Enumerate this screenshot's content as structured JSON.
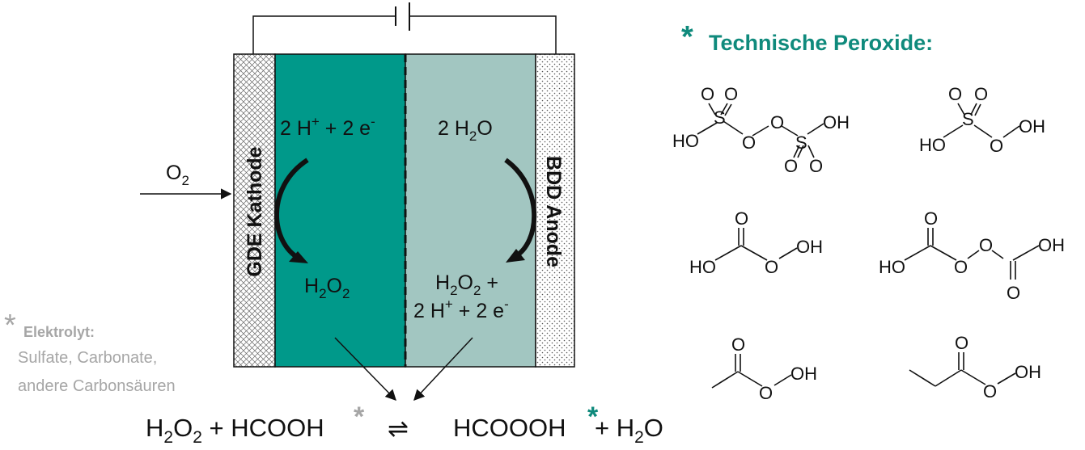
{
  "cell": {
    "cathode_label": "GDE Kathode",
    "anode_label": "BDD Anode",
    "oxygen_feed": {
      "main": "O",
      "sub": "2"
    },
    "cathode_reactant": {
      "a": "2 H",
      "sup1": "+",
      "b": " + 2 e",
      "sup2": "-"
    },
    "cathode_product": {
      "a": "H",
      "s1": "2",
      "b": "O",
      "s2": "2"
    },
    "anode_reactant": {
      "a": "2 H",
      "s1": "2",
      "b": "O"
    },
    "anode_product_line1": {
      "a": "H",
      "s1": "2",
      "b": "O",
      "s2": "2",
      "c": " +"
    },
    "anode_product_line2": {
      "a": "2 H",
      "sup1": "+",
      "b": " + 2 e",
      "sup2": "-"
    }
  },
  "electrolyte": {
    "asterisk": "*",
    "title": "Elektrolyt:",
    "line1": "Sulfate, Carbonate,",
    "line2": "andere Carbonsäuren"
  },
  "equation": {
    "r1": "H",
    "r1s1": "2",
    "r1b": "O",
    "r1s2": "2",
    "plus1": " + HCOOH",
    "star1": "*",
    "arrows": "⇌",
    "p1": "HCOOOH",
    "star2": "*",
    "plus2": " + H",
    "p2s": "2",
    "p2b": "O"
  },
  "peroxides": {
    "asterisk": "*",
    "title": "Technische Peroxide:",
    "atoms": {
      "O": "O",
      "S": "S",
      "HO": "HO",
      "OH": "OH"
    }
  },
  "colors": {
    "cathode_compartment": "#00998a",
    "anode_compartment": "#a2c6c1",
    "accent_teal": "#0f8a7c",
    "electrolyte_gray": "#a6a6a6"
  }
}
